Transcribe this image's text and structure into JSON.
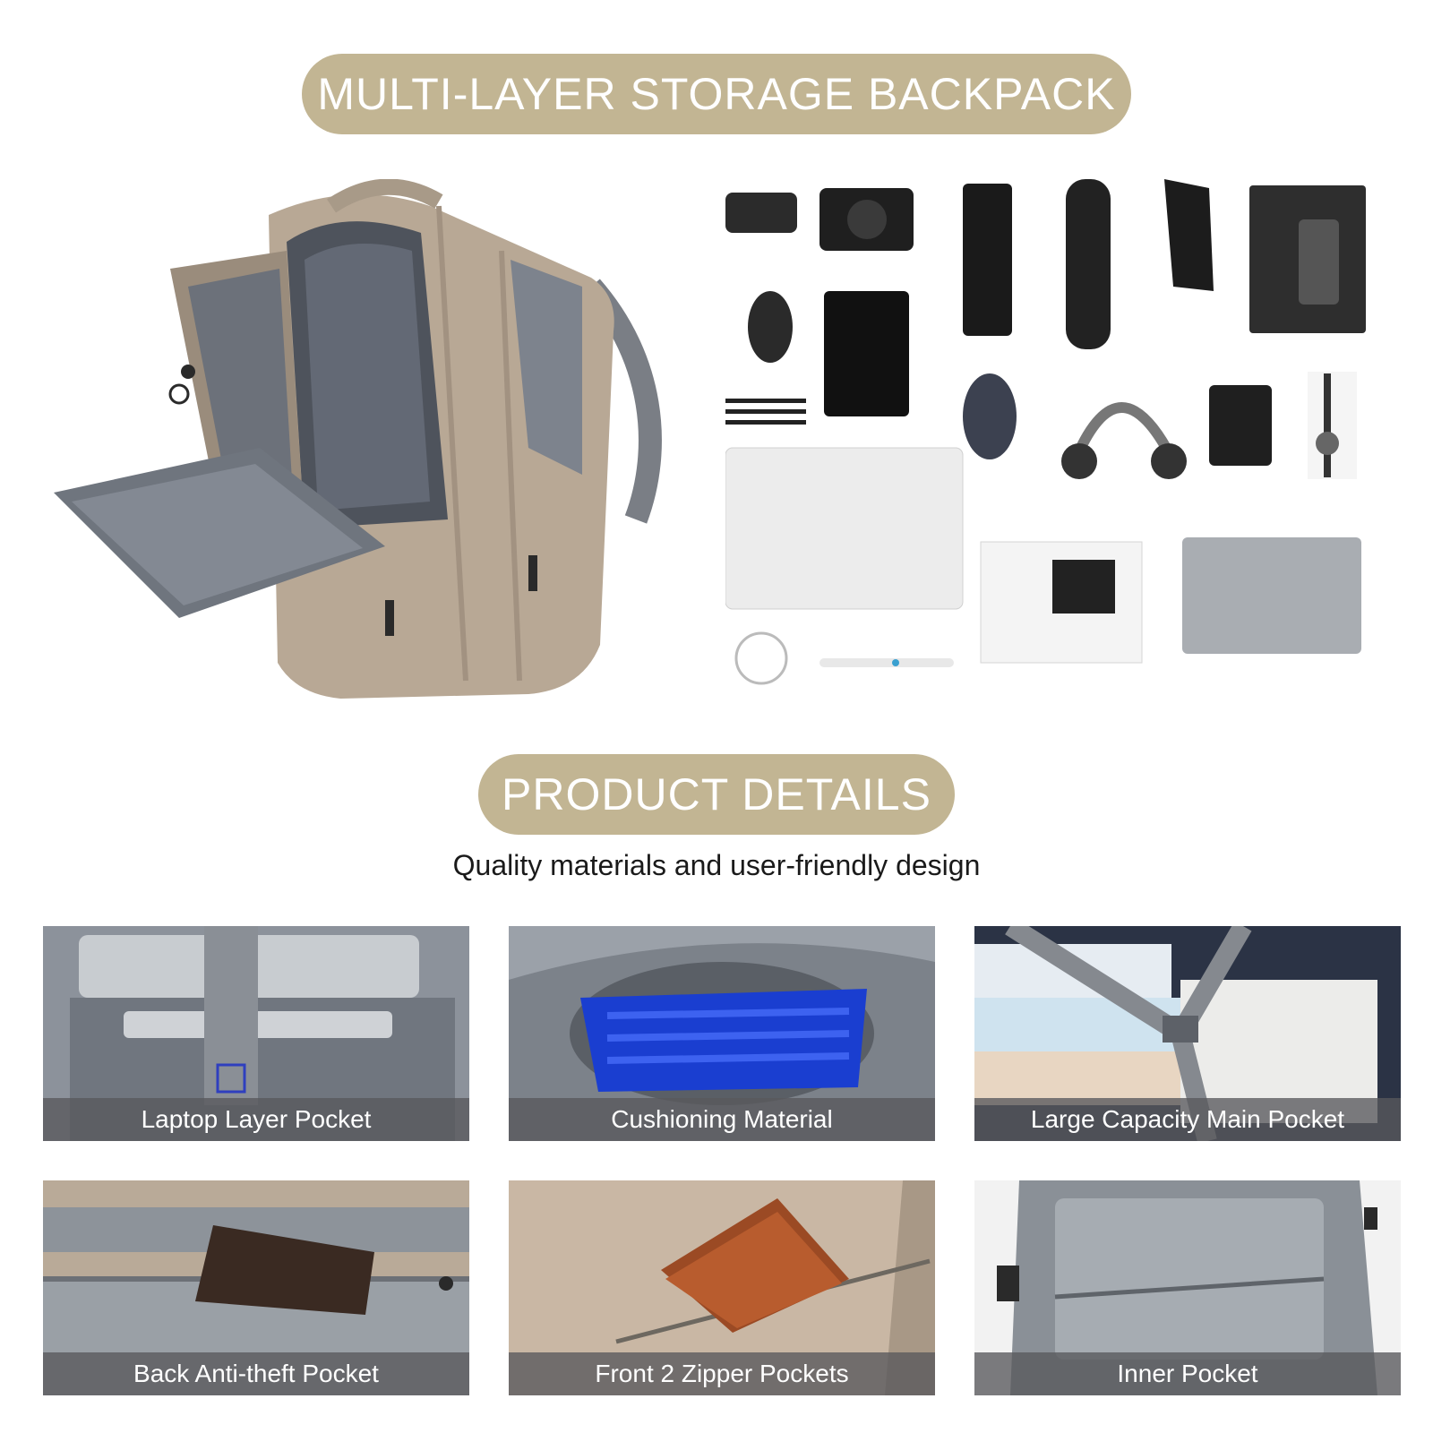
{
  "header": {
    "title": "MULTI-LAYER STORAGE BACKPACK"
  },
  "details": {
    "title": "PRODUCT DETAILS",
    "subtitle": "Quality materials and user-friendly design"
  },
  "features": [
    {
      "label": "Laptop Layer Pocket"
    },
    {
      "label": "Cushioning Material"
    },
    {
      "label": "Large Capacity Main Pocket"
    },
    {
      "label": "Back Anti-theft Pocket"
    },
    {
      "label": "Front 2 Zipper Pockets"
    },
    {
      "label": "Inner Pocket"
    }
  ],
  "colors": {
    "accent": "#c2b593",
    "fabric": "#b8a895",
    "lining": "#8a9099",
    "caption_bg": "#58585c"
  }
}
